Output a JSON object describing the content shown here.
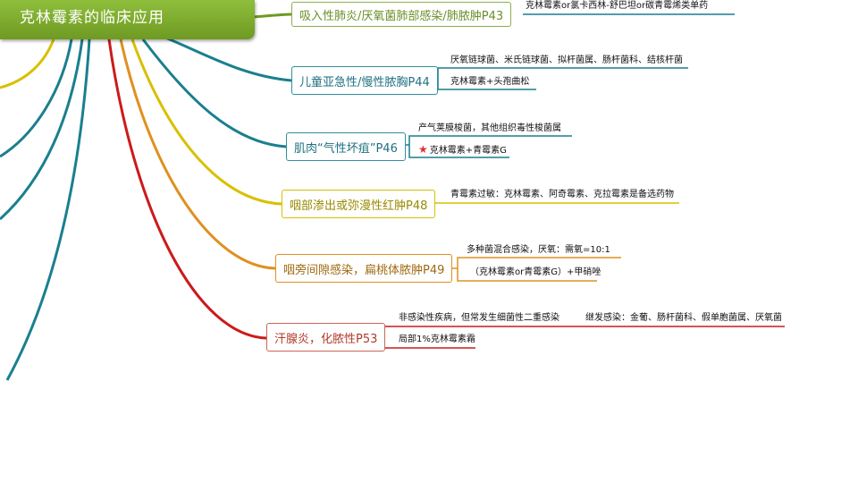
{
  "title": "克林霉素的临床应用",
  "topics": [
    {
      "label": "吸入性肺炎/厌氧菌肺部感染/肺脓肿P43",
      "color": "#8bb04a"
    },
    {
      "label": "儿童亚急性/慢性脓胸P44",
      "color": "#2f8fa0"
    },
    {
      "label": "肌肉“气性坏疽”P46",
      "color": "#2f8fa0"
    },
    {
      "label": "咽部渗出或弥漫性红肿P48",
      "color": "#c8b400"
    },
    {
      "label": "咽旁间隙感染，扁桃体脓肿P49",
      "color": "#c8b400"
    },
    {
      "label": "汗腺炎，化脓性P53",
      "color": "#cc6655"
    }
  ],
  "notes": [
    {
      "text": "克林霉素or氯卡西林-舒巴坦or碳青霉烯类单药"
    },
    {
      "text": "厌氧链球菌、米氏链球菌、拟杆菌属、肠杆菌科、结核杆菌"
    },
    {
      "text": "克林霉素+头孢曲松"
    },
    {
      "text": "产气荚膜梭菌，其他组织毒性梭菌属"
    },
    {
      "text": "克林霉素+青霉素G",
      "star": true
    },
    {
      "text": "青霉素过敏：克林霉素、阿奇霉素、克拉霉素是备选药物"
    },
    {
      "text": "多种菌混合感染，厌氧：需氧=10:1"
    },
    {
      "text": "（克林霉素or青霉素G）+甲硝唑"
    },
    {
      "text": "非感染性疾病，但常发生细菌性二重感染"
    },
    {
      "text": "继发感染：金葡、肠杆菌科、假单胞菌属、厌氧菌"
    },
    {
      "text": "局部1%克林霉素霜"
    }
  ]
}
